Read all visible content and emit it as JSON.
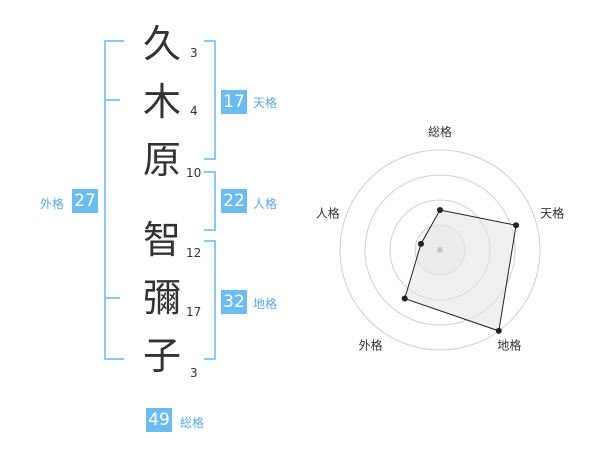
{
  "name_chars": [
    {
      "char": "久",
      "strokes": "3"
    },
    {
      "char": "木",
      "strokes": "4"
    },
    {
      "char": "原",
      "strokes": "10"
    },
    {
      "char": "智",
      "strokes": "12"
    },
    {
      "char": "彌",
      "strokes": "17"
    },
    {
      "char": "子",
      "strokes": "3"
    }
  ],
  "fortune": {
    "tenkaku": {
      "label": "天格",
      "value": "17"
    },
    "jinkaku": {
      "label": "人格",
      "value": "22"
    },
    "chikaku": {
      "label": "地格",
      "value": "32"
    },
    "gaikaku": {
      "label": "外格",
      "value": "27"
    },
    "soukaku": {
      "label": "総格",
      "value": "49"
    }
  },
  "colors": {
    "accent": "#6bbcf1",
    "bracket": "#8ac9f0",
    "text": "#333333"
  },
  "chart_data": {
    "type": "radar",
    "axes": [
      "総格",
      "天格",
      "地格",
      "外格",
      "人格"
    ],
    "range": [
      0,
      5
    ],
    "rings": 4,
    "values": [
      2,
      4,
      5,
      3,
      1
    ]
  }
}
